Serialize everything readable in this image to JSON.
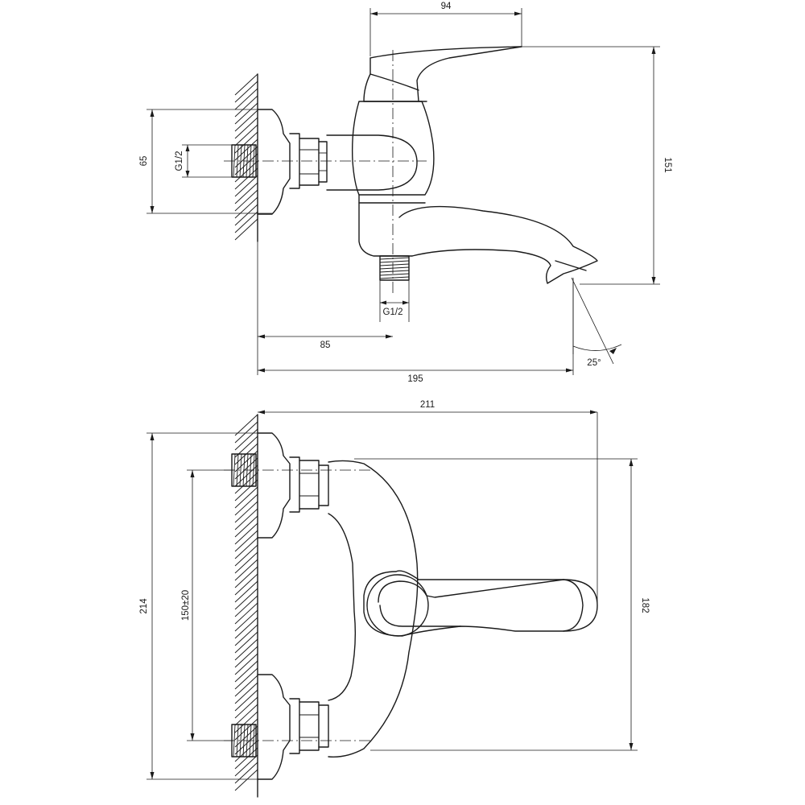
{
  "side_view": {
    "dimensions": {
      "top_width": "94",
      "height": "151",
      "connection_height": "65",
      "thread_size": "G1/2",
      "outlet_thread_size": "G1/2",
      "center_distance": "85",
      "total_depth": "195",
      "spout_angle": "25°"
    }
  },
  "top_view": {
    "dimensions": {
      "total_depth": "211",
      "total_width": "214",
      "center_spacing": "150±20",
      "body_length": "182"
    }
  },
  "colors": {
    "line": "#1a1a1a",
    "background": "#ffffff"
  }
}
